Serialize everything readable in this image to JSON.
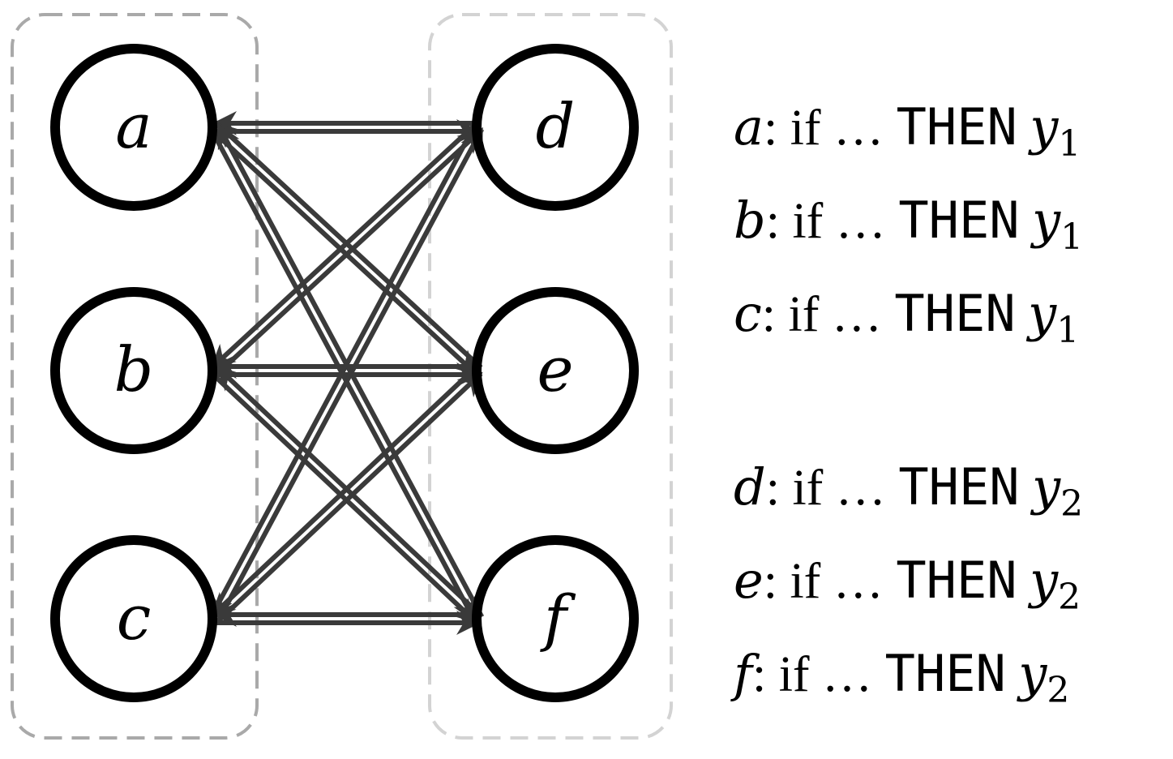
{
  "nodes": {
    "left": [
      {
        "id": "a",
        "label": "a"
      },
      {
        "id": "b",
        "label": "b"
      },
      {
        "id": "c",
        "label": "c"
      }
    ],
    "right": [
      {
        "id": "d",
        "label": "d"
      },
      {
        "id": "e",
        "label": "e"
      },
      {
        "id": "f",
        "label": "f"
      }
    ]
  },
  "rules": [
    {
      "var": "a",
      "sep": ":",
      "text": " if … ",
      "keyword": "THEN",
      "output": "y",
      "subscript": "1"
    },
    {
      "var": "b",
      "sep": ":",
      "text": " if … ",
      "keyword": "THEN",
      "output": "y",
      "subscript": "1"
    },
    {
      "var": "c",
      "sep": ":",
      "text": " if … ",
      "keyword": "THEN",
      "output": "y",
      "subscript": "1"
    },
    {
      "var": "d",
      "sep": ":",
      "text": " if … ",
      "keyword": "THEN",
      "output": "y",
      "subscript": "2"
    },
    {
      "var": "e",
      "sep": ":",
      "text": " if … ",
      "keyword": "THEN",
      "output": "y",
      "subscript": "2"
    },
    {
      "var": "f",
      "sep": ":",
      "text": " if … ",
      "keyword": "THEN",
      "output": "y",
      "subscript": "2"
    }
  ],
  "colors": {
    "node_stroke": "#000000",
    "arrow": "#3a3a3a",
    "left_group_border": "#a9a9a9",
    "right_group_border": "#d3d3d3"
  }
}
